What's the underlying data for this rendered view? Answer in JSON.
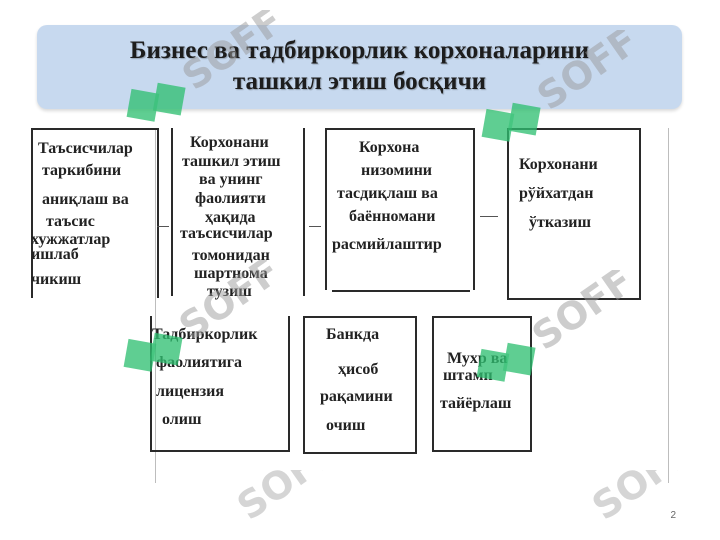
{
  "title": {
    "line1": "Бизнес ва тадбиркорлик корхоналарини",
    "line2": "ташкил этиш босқичи"
  },
  "steps": [
    {
      "id": "founders",
      "lines": [
        "Таъсисчилар",
        "таркибини",
        "аниқлаш ва",
        "таъсис",
        "хужжатлар",
        "ишлаб",
        "чикиш"
      ]
    },
    {
      "id": "contract",
      "lines": [
        "Корхонани",
        "ташкил этиш",
        "ва унинг",
        "фаолияти",
        "ҳақида",
        "таъсисчилар",
        "томонидан",
        "шартнома",
        "тузиш"
      ]
    },
    {
      "id": "charter",
      "lines": [
        "Корхона",
        "низомини",
        "тасдиқлаш ва",
        "баённомани",
        "расмийлаштир"
      ]
    },
    {
      "id": "registration",
      "lines": [
        "Корхонани",
        "рўйхатдан",
        "ўтказиш"
      ]
    },
    {
      "id": "license",
      "lines": [
        "Тадбиркорлик",
        "фаолиятига",
        "лицензия",
        "олиш"
      ]
    },
    {
      "id": "bank",
      "lines": [
        "Банкда",
        "ҳисоб",
        "рақамини",
        "очиш"
      ]
    },
    {
      "id": "stamp",
      "lines": [
        "Мухр ва",
        "штамп",
        "тайёрлаш"
      ]
    }
  ],
  "watermark": {
    "text": "SOFF",
    "icon": "soff-logo-icon",
    "color": "#2fbf71"
  },
  "page_number": "2",
  "colors": {
    "title_bg": "#c7d9ef",
    "border": "#2a2a2a"
  }
}
